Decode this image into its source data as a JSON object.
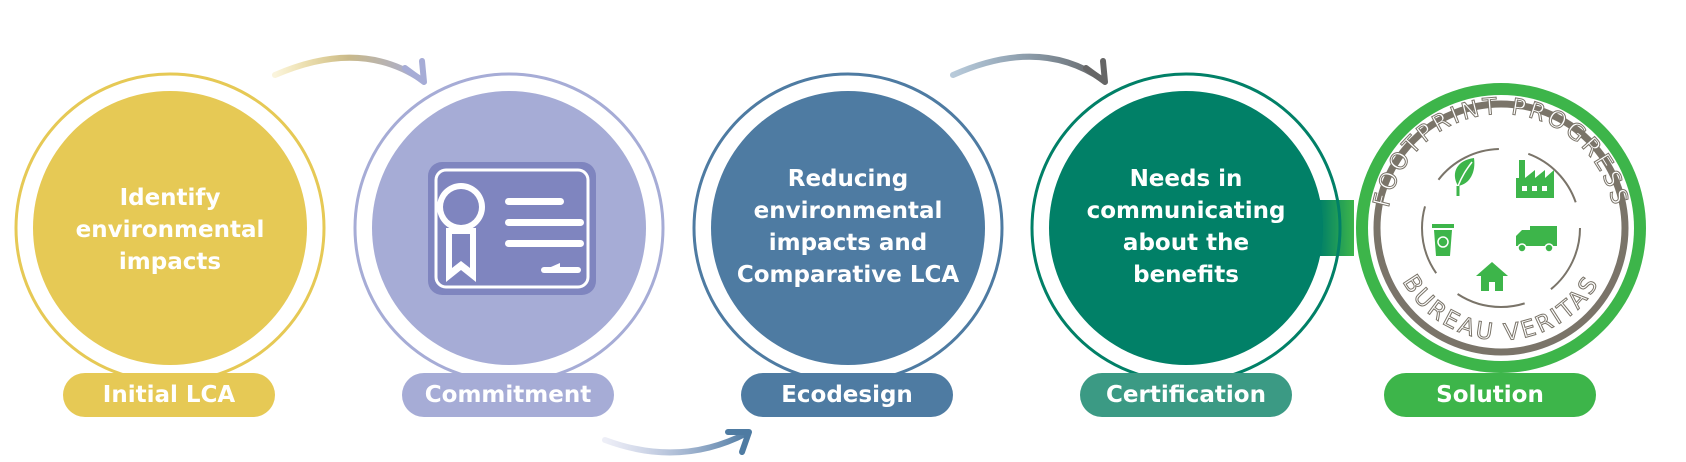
{
  "steps": [
    {
      "id": "initial-lca",
      "label": "Initial LCA",
      "text": "Identify\nenvironmental\nimpacts",
      "color": "#e6c955"
    },
    {
      "id": "commitment",
      "label": "Commitment",
      "text": "",
      "color": "#a6acd6",
      "icon": "certificate-icon"
    },
    {
      "id": "ecodesign",
      "label": "Ecodesign",
      "text": "Reducing\nenvironmental\nimpacts and\nComparative LCA",
      "color": "#4e7ba2"
    },
    {
      "id": "certification",
      "label": "Certification",
      "text": "Needs in\ncommunicating\nabout the\nbenefits",
      "color": "#018067",
      "pill_color": "#3b9a84"
    },
    {
      "id": "solution",
      "label": "Solution",
      "text": "",
      "color": "#3db54a",
      "icon": "footprint-progress-seal"
    }
  ],
  "seal": {
    "top_text": "FOOTPRINT PROGRESS",
    "bottom_text": "BUREAU VERITAS",
    "ring_color": "#7a7469",
    "icon_color": "#3db54a",
    "icons": [
      "leaf-icon",
      "factory-icon",
      "truck-icon",
      "house-icon",
      "recycle-bin-icon"
    ]
  },
  "arrows": [
    "arrow-lca-to-commitment",
    "arrow-commitment-to-ecodesign",
    "arrow-ecodesign-to-certification"
  ]
}
